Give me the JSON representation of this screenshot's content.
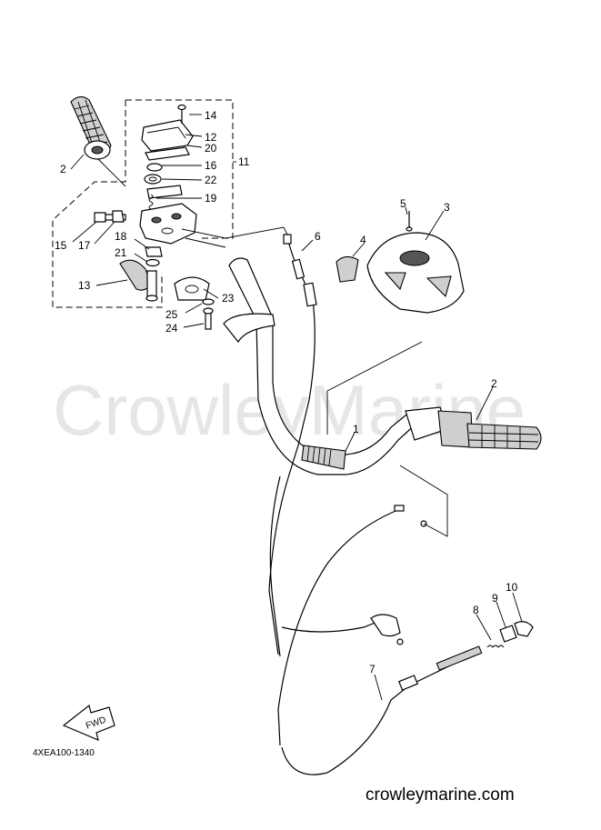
{
  "watermark": "CrowleyMarine",
  "footer_code": "4XEA100-1340",
  "site": "crowleymarine.com",
  "fwd": "FWD",
  "callouts": [
    "14",
    "12",
    "20",
    "16",
    "22",
    "11",
    "19",
    "2",
    "15",
    "17",
    "18",
    "21",
    "13",
    "23",
    "25",
    "24",
    "6",
    "5",
    "3",
    "4",
    "2",
    "1",
    "10",
    "9",
    "8",
    "7"
  ]
}
